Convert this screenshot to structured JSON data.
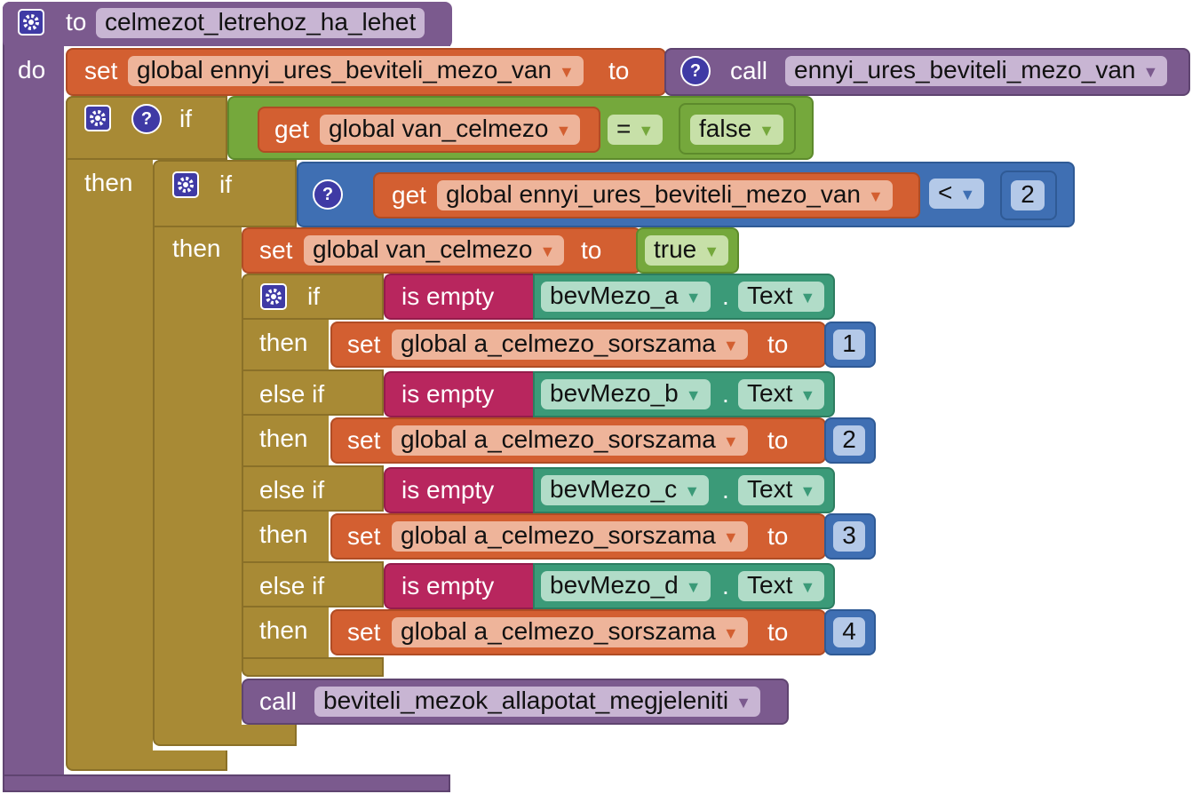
{
  "procedure": {
    "to": "to",
    "name": "celmezot_letrehoz_ha_lehet",
    "do": "do"
  },
  "keywords": {
    "set": "set",
    "to": "to",
    "call": "call",
    "get": "get",
    "if": "if",
    "then": "then",
    "else_if": "else if",
    "is_empty": "is empty",
    "dot": "."
  },
  "set1": {
    "var": "global ennyi_ures_beviteli_mezo_van",
    "call_name": "ennyi_ures_beviteli_mezo_van"
  },
  "if1": {
    "var": "global van_celmezo",
    "op": "=",
    "value": "false"
  },
  "if2": {
    "var": "global ennyi_ures_beviteli_mezo_van",
    "op": "<",
    "value": "2"
  },
  "set2": {
    "var": "global van_celmezo",
    "value": "true"
  },
  "if3": {
    "text_prop": "Text",
    "target_var": "global a_celmezo_sorszama",
    "branches": [
      {
        "component": "bevMezo_a",
        "value": "1"
      },
      {
        "component": "bevMezo_b",
        "value": "2"
      },
      {
        "component": "bevMezo_c",
        "value": "3"
      },
      {
        "component": "bevMezo_d",
        "value": "4"
      }
    ]
  },
  "call2": {
    "name": "beviteli_mezok_allapotat_megjeleniti"
  },
  "colors": {
    "procedure": "#7b5a8e",
    "control": "#a88a35",
    "variable": "#d35f31",
    "logic": "#75a83c",
    "math": "#3f6fb3",
    "text": "#b8265e",
    "component": "#3b9a78"
  }
}
